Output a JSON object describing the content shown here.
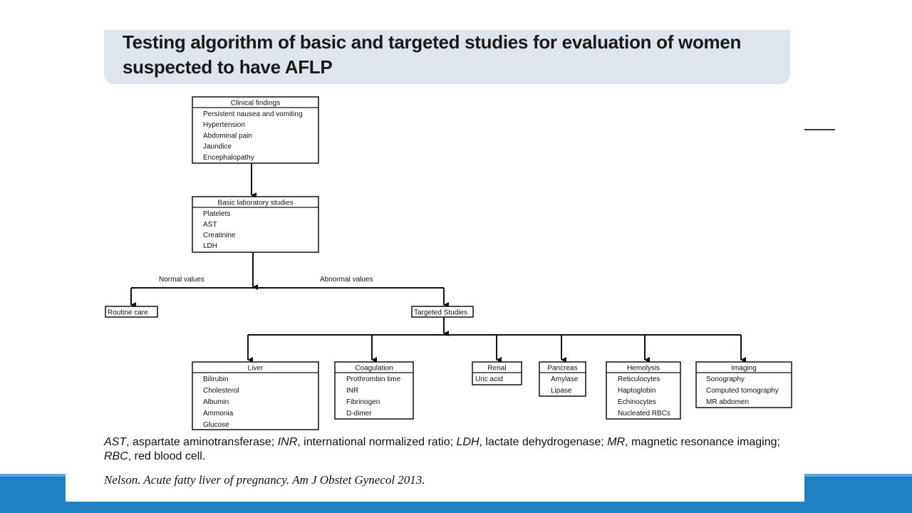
{
  "slide": {
    "title": "Testing algorithm of basic and targeted studies for evaluation of women suspected to have AFLP",
    "footnote": {
      "segments": [
        {
          "text": "AST",
          "italic": true
        },
        {
          "text": ", aspartate aminotransferase; ",
          "italic": false
        },
        {
          "text": "INR",
          "italic": true
        },
        {
          "text": ", international normalized ratio; ",
          "italic": false
        },
        {
          "text": "LDH",
          "italic": true
        },
        {
          "text": ", lactate dehydrogenase; ",
          "italic": false
        },
        {
          "text": "MR",
          "italic": true
        },
        {
          "text": ", magnetic resonance imaging; ",
          "italic": false
        },
        {
          "text": "RBC",
          "italic": true
        },
        {
          "text": ", red blood cell.",
          "italic": false
        }
      ]
    },
    "citation": "Nelson. Acute fatty liver of pregnancy. Am J Obstet Gynecol 2013."
  },
  "theme": {
    "accent": "#1f80c2",
    "accent_light": "#5aa9dc",
    "title_panel": "#dee5ec",
    "line": "#111111"
  },
  "flowchart": {
    "clinical": {
      "header": "Clinical findings",
      "items": [
        "Persistent nausea and vomiting",
        "Hypertension",
        "Abdominal pain",
        "Jaundice",
        "Encephalopathy"
      ]
    },
    "basic": {
      "header": "Basic laboratory studies",
      "items": [
        "Platelets",
        "AST",
        "Creatinine",
        "LDH"
      ]
    },
    "branch_labels": {
      "normal": "Normal values",
      "abnormal": "Abnormal values"
    },
    "routine": "Routine care",
    "targeted": "Targeted Studies",
    "categories": [
      {
        "id": "liver",
        "header": "Liver",
        "items": [
          "Bilirubin",
          "Cholesterol",
          "Albumin",
          "Ammonia",
          "Glucose"
        ]
      },
      {
        "id": "coagulation",
        "header": "Coagulation",
        "items": [
          "Prothrombin time",
          "INR",
          "Fibrinogen",
          "D-dimer"
        ]
      },
      {
        "id": "renal",
        "header": "Renal",
        "items": [
          "Uric acid"
        ]
      },
      {
        "id": "pancreas",
        "header": "Pancreas",
        "items": [
          "Amylase",
          "Lipase"
        ]
      },
      {
        "id": "hemolysis",
        "header": "Hemolysis",
        "items": [
          "Reticulocytes",
          "Haptoglobin",
          "Echinocytes",
          "Nucleated RBCs"
        ]
      },
      {
        "id": "imaging",
        "header": "Imaging",
        "items": [
          "Sonography",
          "Computed tomography",
          "MR abdomen"
        ]
      }
    ]
  }
}
